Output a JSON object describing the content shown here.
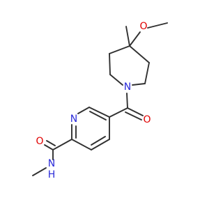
{
  "molecule": {
    "atoms": {
      "O_methoxy": {
        "symbol": "O",
        "color": "#e00000"
      },
      "N_piperidine": {
        "symbol": "N",
        "color": "#2b2bd9"
      },
      "O_ketone": {
        "symbol": "O",
        "color": "#e00000"
      },
      "N_pyridine": {
        "symbol": "N",
        "color": "#2b2bd9"
      },
      "O_amide": {
        "symbol": "O",
        "color": "#e00000"
      },
      "N_amide": {
        "symbol": "N",
        "color": "#2b2bd9"
      },
      "H_amide": {
        "symbol": "H",
        "color": "#2b2bd9"
      }
    },
    "bond_color": "#303030"
  }
}
